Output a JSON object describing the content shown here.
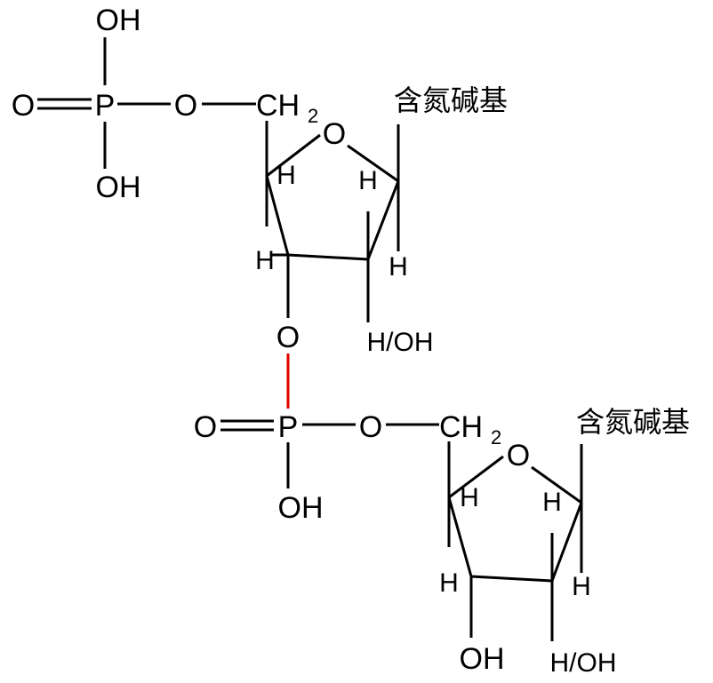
{
  "labels": {
    "oh": "OH",
    "o": "O",
    "p": "P",
    "h": "H",
    "ch": "CH",
    "sub2": "2",
    "h_oh": "H/OH",
    "base": "含氮碱基"
  },
  "colors": {
    "bond": "#000000",
    "phosphodiester_bond": "#e00000"
  }
}
